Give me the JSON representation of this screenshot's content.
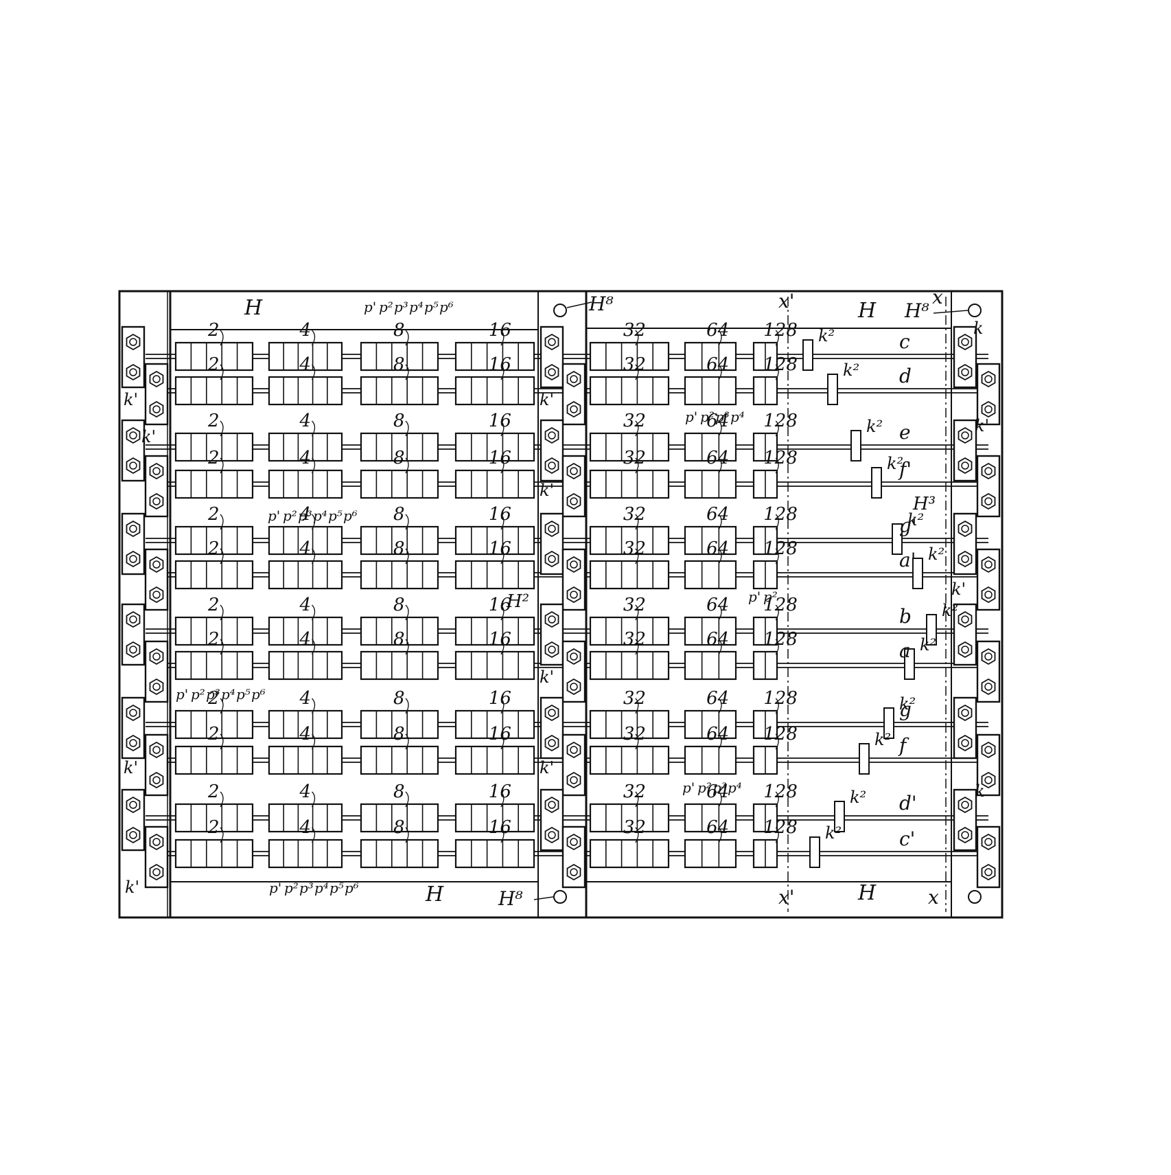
{
  "colors": {
    "ink": "#111111",
    "paper": "#ffffff"
  },
  "frame": {
    "labels": {
      "H": "H",
      "H8": "H⁸",
      "x": "x",
      "x1": "x'"
    }
  },
  "rows": [
    {
      "values": [
        "2",
        "4",
        "8",
        "16",
        "32",
        "64",
        "128"
      ],
      "rod": "c",
      "pin": "k²"
    },
    {
      "values": [
        "2",
        "4",
        "8",
        "16",
        "32",
        "64",
        "128"
      ],
      "rod": "d",
      "pin": "k²"
    },
    {
      "values": [
        "2",
        "4",
        "8",
        "16",
        "32",
        "64",
        "128"
      ],
      "rod": "e",
      "pin": "k²"
    },
    {
      "values": [
        "2",
        "4",
        "8",
        "16",
        "32",
        "64",
        "128"
      ],
      "rod": "f'",
      "pin": "k²"
    },
    {
      "values": [
        "2",
        "4",
        "8",
        "16",
        "32",
        "64",
        "128"
      ],
      "rod": "g'",
      "pin": "k²"
    },
    {
      "values": [
        "2",
        "4",
        "8",
        "16",
        "32",
        "64",
        "128"
      ],
      "rod": "a'",
      "pin": "k²"
    },
    {
      "values": [
        "2",
        "4",
        "8",
        "16",
        "32",
        "64",
        "128"
      ],
      "rod": "b",
      "pin": "k²"
    },
    {
      "values": [
        "2",
        "4",
        "8",
        "16",
        "32",
        "64",
        "128"
      ],
      "rod": "a",
      "pin": "k²"
    },
    {
      "values": [
        "2",
        "4",
        "8",
        "16",
        "32",
        "64",
        "128"
      ],
      "rod": "g",
      "pin": "k²"
    },
    {
      "values": [
        "2",
        "4",
        "8",
        "16",
        "32",
        "64",
        "128"
      ],
      "rod": "f",
      "pin": "k²"
    },
    {
      "values": [
        "2",
        "4",
        "8",
        "16",
        "32",
        "64",
        "128"
      ],
      "rod": "d'",
      "pin": "k²"
    },
    {
      "values": [
        "2",
        "4",
        "8",
        "16",
        "32",
        "64",
        "128"
      ],
      "rod": "c'",
      "pin": "k²"
    }
  ],
  "k_labels": {
    "k": "k",
    "k1": "k'",
    "k2": "k²",
    "H2": "H²",
    "H3": "H³"
  },
  "p_labels": [
    "p'",
    "p²",
    "p³",
    "p⁴",
    "p⁵",
    "p⁶"
  ]
}
